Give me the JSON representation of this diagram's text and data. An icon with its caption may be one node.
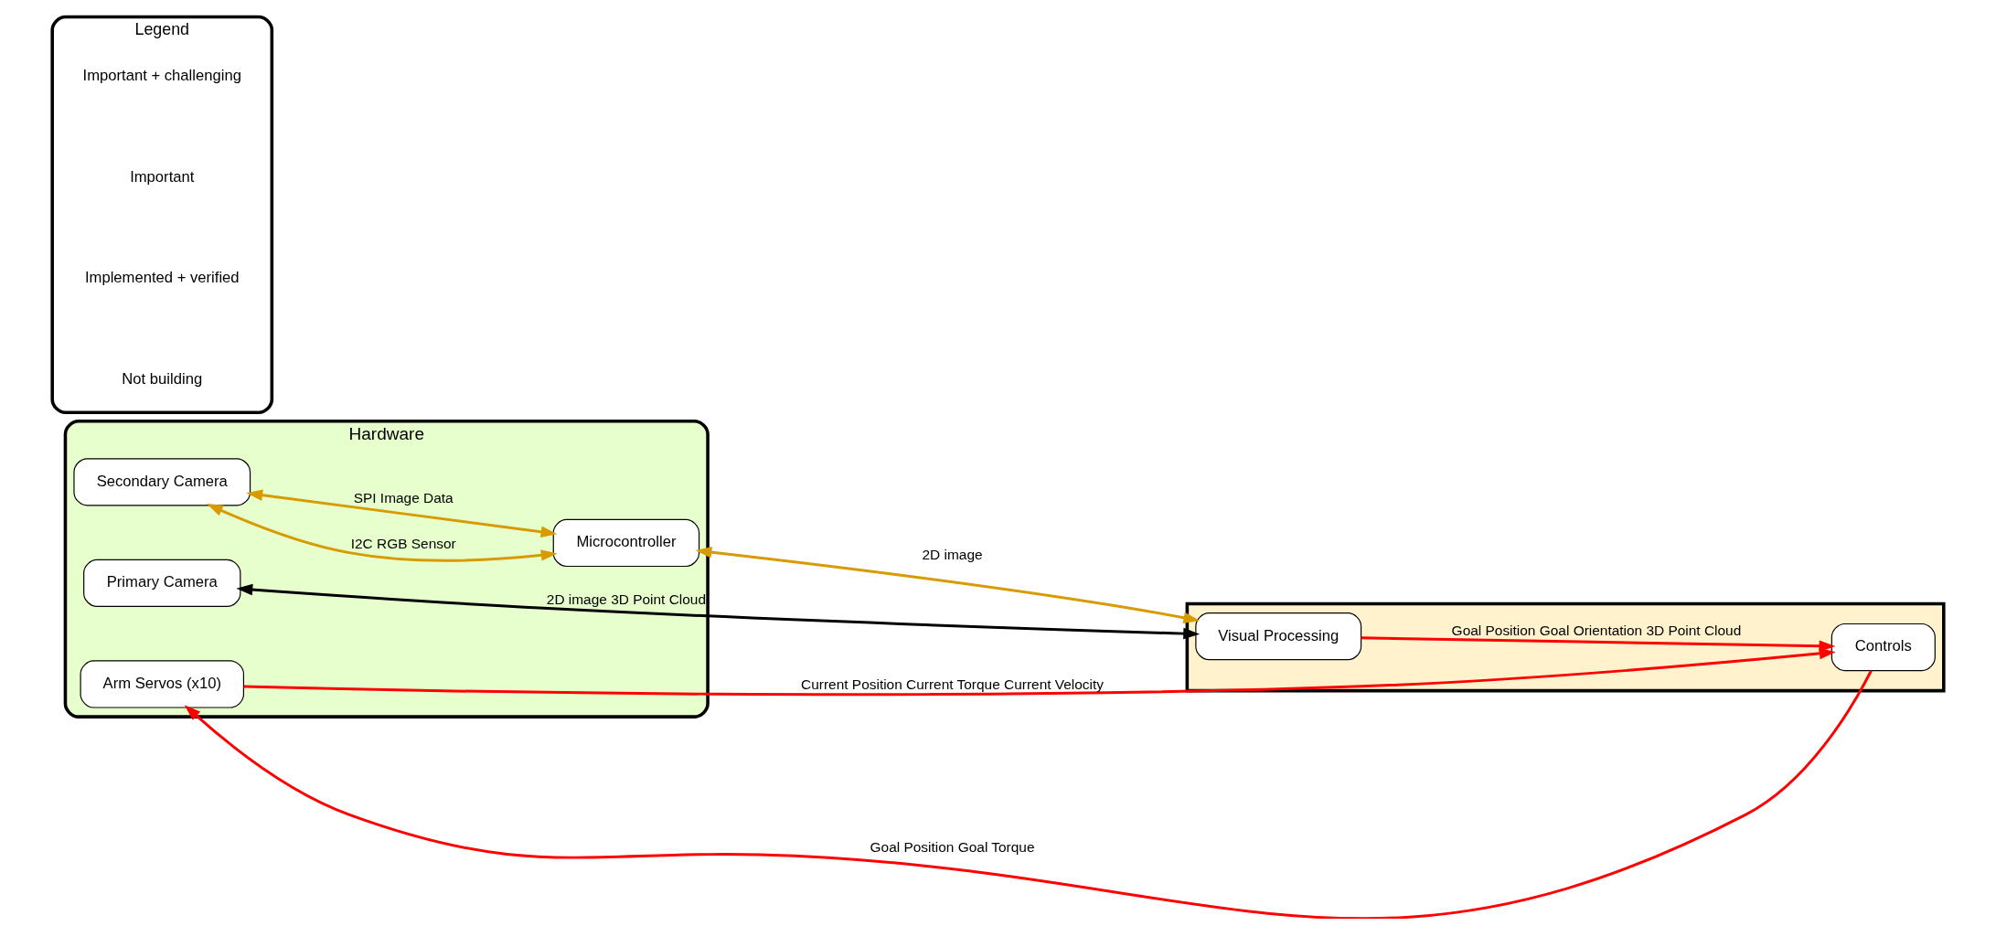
{
  "diagram": {
    "nodes": [
      {
        "text": [
          "Hardware"
        ]
      },
      {
        "text": [
          "Primary Camera"
        ],
        "in": 0
      },
      {
        "text": [
          "Secondary Camera"
        ],
        "in": 0
      },
      {
        "text": [
          "Microcontroller"
        ],
        "in": 0
      },
      {
        "text": [
          "Arm Servos (x10)"
        ],
        "in": 0
      },
      {
        "text": [],
        "shape": "box"
      },
      {
        "text": [
          "Visual Processing"
        ],
        "in": 5
      },
      {
        "text": [
          "Controls"
        ],
        "in": 5
      },
      {
        "text": [
          "Legend"
        ]
      }
    ],
    "edges": [
      {
        "from": 1,
        "to": 6,
        "arrow": "both",
        "label": "2D image 3D Point Cloud",
        "color": "#000000"
      },
      {
        "from": 2,
        "to": 3,
        "arrow": "both",
        "label": "I2C RGB Sensor",
        "color": "#d79b00"
      },
      {
        "from": 2,
        "to": 3,
        "arrow": "both",
        "label": "SPI Image Data",
        "color": "#d79b00"
      },
      {
        "from": 3,
        "to": 6,
        "arrow": "both",
        "label": "2D image",
        "color": "#d79b00"
      },
      {
        "from": 6,
        "to": 7,
        "arrow": "to",
        "label": "Goal Position Goal Orientation 3D Point Cloud",
        "color": "#ff0000"
      },
      {
        "from": 7,
        "to": 4,
        "arrow": "to",
        "label": "Goal Position Goal Torque",
        "color": "#ff0000"
      },
      {
        "from": 4,
        "to": 7,
        "arrow": "to",
        "label": "Current Position Current Torque Current Velocity",
        "color": "#ff0000"
      }
    ],
    "legend": [
      {
        "text": "Important + challenging"
      },
      {
        "text": "Important"
      },
      {
        "text": "Implemented + verified"
      },
      {
        "text": "Not building"
      }
    ]
  }
}
